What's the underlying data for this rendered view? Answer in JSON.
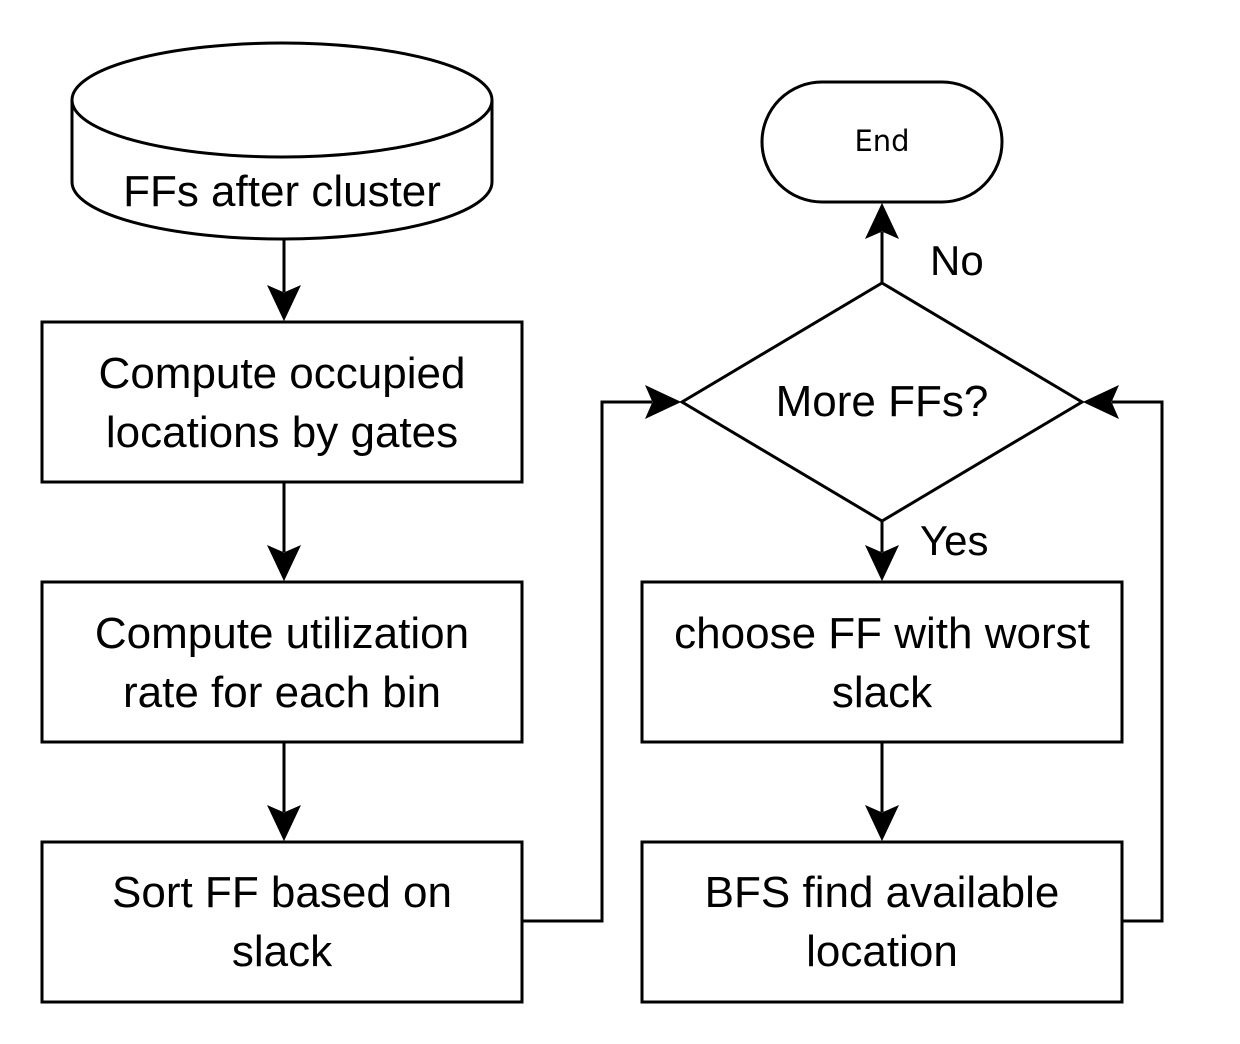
{
  "diagram": {
    "type": "flowchart",
    "nodes": {
      "ffs_after_cluster": {
        "shape": "cylinder",
        "lines": [
          "FFs after cluster"
        ]
      },
      "compute_occupied": {
        "shape": "process",
        "lines": [
          "Compute occupied",
          "locations by gates"
        ]
      },
      "compute_utilization": {
        "shape": "process",
        "lines": [
          "Compute utilization",
          "rate for each bin"
        ]
      },
      "sort_ff": {
        "shape": "process",
        "lines": [
          "Sort FF based on",
          "slack"
        ]
      },
      "more_ffs": {
        "shape": "decision",
        "lines": [
          "More FFs?"
        ]
      },
      "end": {
        "shape": "terminator",
        "lines": [
          "End"
        ]
      },
      "choose_ff": {
        "shape": "process",
        "lines": [
          "choose FF with worst",
          "slack"
        ]
      },
      "bfs_find": {
        "shape": "process",
        "lines": [
          "BFS find available",
          "location"
        ]
      }
    },
    "edges": [
      {
        "from": "ffs_after_cluster",
        "to": "compute_occupied",
        "label": ""
      },
      {
        "from": "compute_occupied",
        "to": "compute_utilization",
        "label": ""
      },
      {
        "from": "compute_utilization",
        "to": "sort_ff",
        "label": ""
      },
      {
        "from": "sort_ff",
        "to": "more_ffs",
        "label": ""
      },
      {
        "from": "more_ffs",
        "to": "end",
        "label": "No"
      },
      {
        "from": "more_ffs",
        "to": "choose_ff",
        "label": "Yes"
      },
      {
        "from": "choose_ff",
        "to": "bfs_find",
        "label": ""
      },
      {
        "from": "bfs_find",
        "to": "more_ffs",
        "label": ""
      }
    ],
    "edge_labels": {
      "no": "No",
      "yes": "Yes"
    }
  }
}
